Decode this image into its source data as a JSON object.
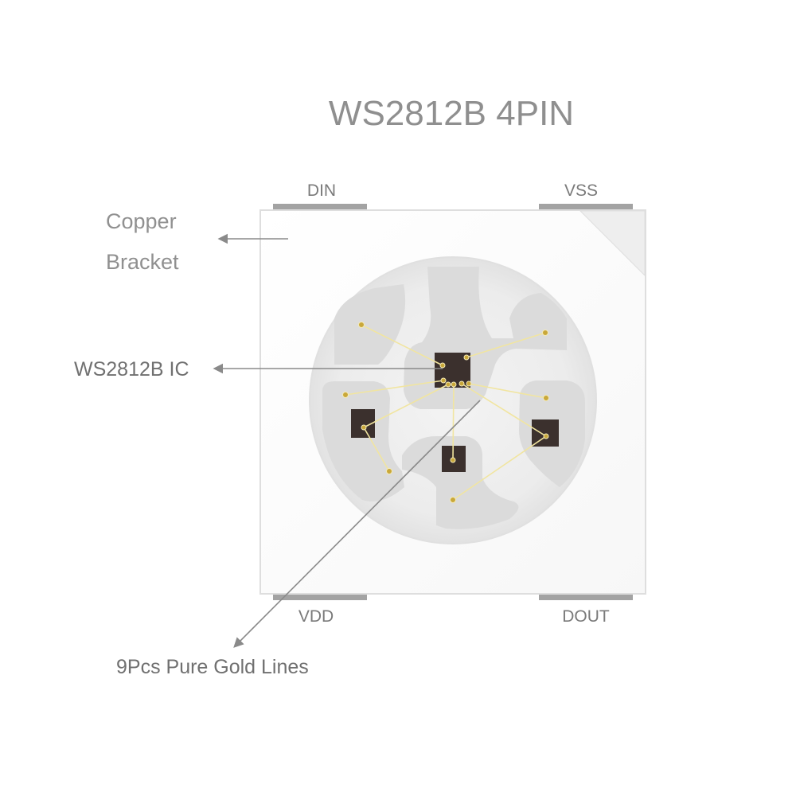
{
  "title": "WS2812B 4PIN",
  "pins": {
    "din": "DIN",
    "vss": "VSS",
    "vdd": "VDD",
    "dout": "DOUT"
  },
  "callouts": {
    "copper_line1": "Copper",
    "copper_line2": "Bracket",
    "ic": "WS2812B IC",
    "gold_lines": "9Pcs Pure Gold Lines"
  },
  "colors": {
    "text": "#8f8f8f",
    "package": "#ffffff",
    "package_border": "#e2e2e2",
    "pin_pad": "#9a9a9a",
    "lens": "#ededed",
    "copper": "#dcdcdc",
    "die": "#3a2f2c",
    "gold_wire": "#f2e6a0",
    "arrow": "#8a8a8a"
  }
}
